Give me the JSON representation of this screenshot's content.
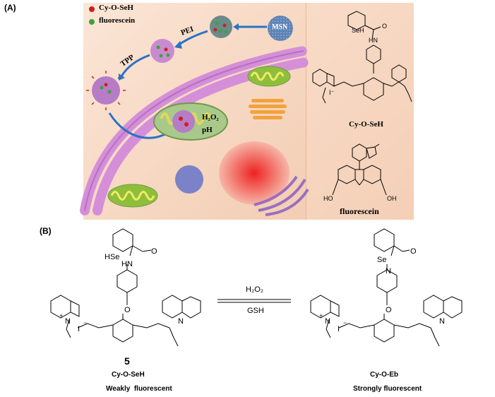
{
  "panel_a": {
    "label": "(A)",
    "legend": [
      {
        "text": "Cy-O-SeH",
        "color": "#cc1f1f"
      },
      {
        "text": "fluorescein",
        "color": "#3aa33a"
      }
    ],
    "msn_label": "MSN",
    "pei_label": "PEI",
    "tpp_label": "TPP",
    "h2o2_label": "H₂O₂",
    "ph_label": "pH",
    "cy_name": "Cy-O-SeH",
    "fluorescein_name": "fluorescein",
    "seh_label": "SeH",
    "hn_label": "HN",
    "o_label": "O",
    "iodide_label": "I⁻",
    "ho_label": "HO",
    "oh_label": "OH"
  },
  "panel_b": {
    "label": "(B)",
    "reagent_top": "H₂O₂",
    "reagent_bottom": "GSH",
    "left": {
      "hse": "HSe",
      "hn": "HN",
      "o_carbonyl": "O",
      "o_ether": "O",
      "n_plus": "N",
      "plus": "+",
      "iodide": "I",
      "minus": "−",
      "n_right": "N",
      "number": "5",
      "name": "Cy-O-SeH",
      "desc": "Weakly  fluorescent"
    },
    "right": {
      "se": "Se",
      "n": "N",
      "o_carbonyl": "O",
      "o_ether": "O",
      "n_plus": "N",
      "plus": "+",
      "iodide": "I",
      "minus": "−",
      "n_right": "N",
      "name": "Cy-O-Eb",
      "desc": "Strongly fluorescent"
    }
  },
  "colors": {
    "background_panel": "#f6d7c0",
    "membrane": "#d58fd8",
    "arrow": "#2a72c6",
    "mito_fill": "#8fbf3a",
    "nucleus": "#ee3333"
  }
}
